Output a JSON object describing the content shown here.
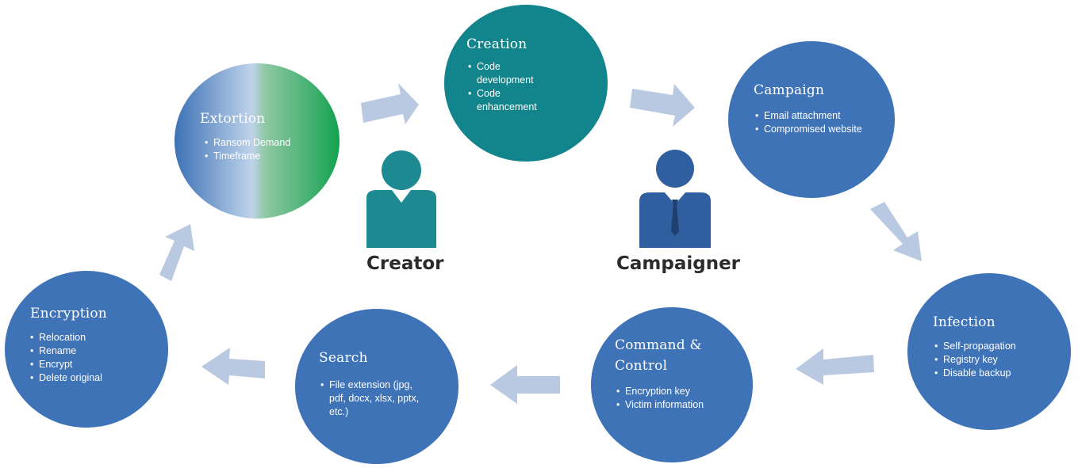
{
  "colors": {
    "stage_blue": "#3f73b7",
    "stage_teal": "#12848b",
    "arrow": "#b9c9e2",
    "creator_icon": "#1d8a92",
    "campaigner_icon": "#2f5f9e",
    "label_text": "#2b2b2b"
  },
  "roles": {
    "creator": {
      "label": "Creator",
      "icon": "person-icon"
    },
    "campaigner": {
      "label": "Campaigner",
      "icon": "businessman-icon"
    }
  },
  "stages": {
    "extortion": {
      "title": "Extortion",
      "items": [
        "Ransom Demand",
        "Timeframe"
      ]
    },
    "creation": {
      "title": "Creation",
      "items": [
        "Code development",
        "Code enhancement"
      ]
    },
    "campaign": {
      "title": "Campaign",
      "items": [
        "Email attachment",
        "Compromised website"
      ]
    },
    "infection": {
      "title": "Infection",
      "items": [
        "Self-propagation",
        "Registry key",
        "Disable backup"
      ]
    },
    "command_control": {
      "title_line1": "Command &",
      "title_line2": "Control",
      "items": [
        "Encryption key",
        "Victim information"
      ]
    },
    "search": {
      "title": "Search",
      "items": [
        "File extension (jpg, pdf, docx, xlsx, pptx, etc.)"
      ]
    },
    "encryption": {
      "title": "Encryption",
      "items": [
        "Relocation",
        "Rename",
        "Encrypt",
        "Delete original"
      ]
    }
  }
}
